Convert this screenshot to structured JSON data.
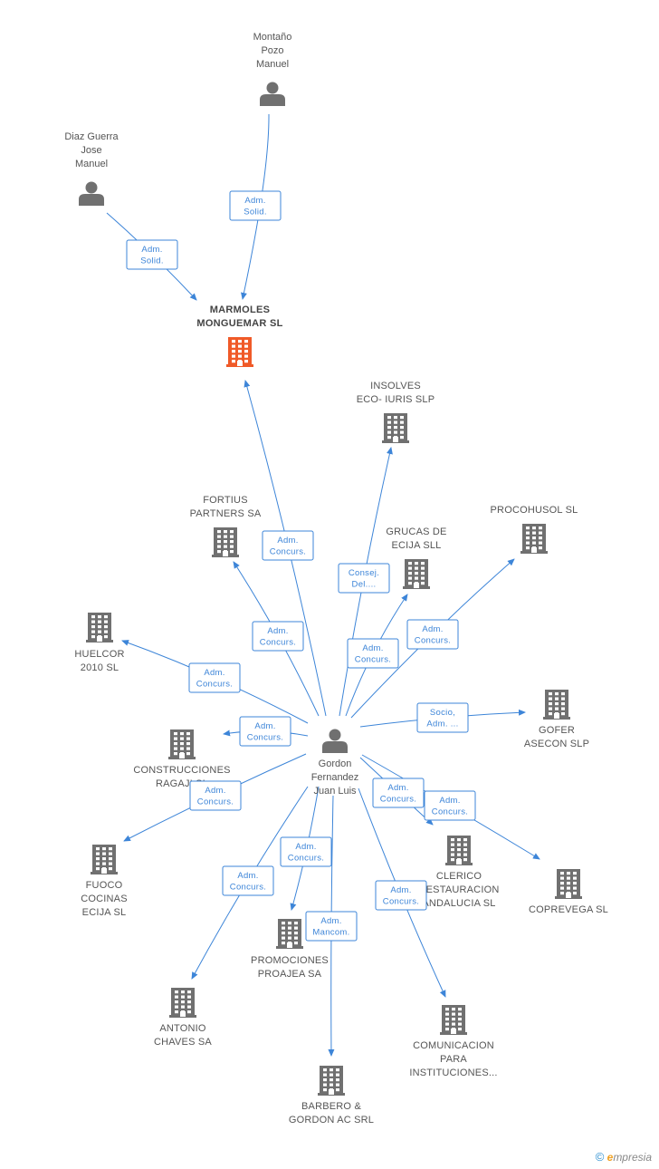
{
  "colors": {
    "edge": "#3d85d8",
    "company": "#707070",
    "focus_company": "#f05a28",
    "person": "#707070"
  },
  "nodes": [
    {
      "id": "marmoles",
      "type": "company",
      "focus": true,
      "label": [
        "MARMOLES",
        "MONGUEMAR SL"
      ]
    },
    {
      "id": "montano",
      "type": "person",
      "label": [
        "Montaño",
        "Pozo",
        "Manuel"
      ]
    },
    {
      "id": "diaz",
      "type": "person",
      "label": [
        "Diaz Guerra",
        "Jose",
        "Manuel"
      ]
    },
    {
      "id": "gordon",
      "type": "person",
      "label": [
        "Gordon",
        "Fernandez",
        "Juan Luis"
      ]
    },
    {
      "id": "insolves",
      "type": "company",
      "label": [
        "INSOLVES",
        "ECO- IURIS SLP"
      ]
    },
    {
      "id": "fortius",
      "type": "company",
      "label": [
        "FORTIUS",
        "PARTNERS SA"
      ]
    },
    {
      "id": "grucas",
      "type": "company",
      "label": [
        "GRUCAS DE",
        "ECIJA SLL"
      ]
    },
    {
      "id": "procohusol",
      "type": "company",
      "label": [
        "PROCOHUSOL SL"
      ]
    },
    {
      "id": "huelcor",
      "type": "company",
      "label": [
        "HUELCOR",
        "2010 SL"
      ]
    },
    {
      "id": "gofer",
      "type": "company",
      "label": [
        "GOFER",
        "ASECON SLP"
      ]
    },
    {
      "id": "construcciones",
      "type": "company",
      "label": [
        "CONSTRUCCIONES",
        "RAGAJI SL"
      ]
    },
    {
      "id": "fuoco",
      "type": "company",
      "label": [
        "FUOCO",
        "COCINAS",
        "ECIJA SL"
      ]
    },
    {
      "id": "clerico",
      "type": "company",
      "label": [
        "CLERICO",
        "RESTAURACION",
        "ANDALUCIA SL"
      ]
    },
    {
      "id": "coprevega",
      "type": "company",
      "label": [
        "COPREVEGA SL"
      ]
    },
    {
      "id": "promociones",
      "type": "company",
      "label": [
        "PROMOCIONES",
        "PROAJEA SA"
      ]
    },
    {
      "id": "antonio",
      "type": "company",
      "label": [
        "ANTONIO",
        "CHAVES SA"
      ]
    },
    {
      "id": "comunicacion",
      "type": "company",
      "label": [
        "COMUNICACION",
        "PARA",
        "INSTITUCIONES..."
      ]
    },
    {
      "id": "barbero",
      "type": "company",
      "label": [
        "BARBERO &",
        "GORDON AC SRL"
      ]
    }
  ],
  "edges": [
    {
      "from": "montano",
      "to": "marmoles",
      "label": [
        "Adm.",
        "Solid."
      ]
    },
    {
      "from": "diaz",
      "to": "marmoles",
      "label": [
        "Adm.",
        "Solid."
      ]
    },
    {
      "from": "gordon",
      "to": "marmoles",
      "label": [
        "Adm.",
        "Concurs."
      ]
    },
    {
      "from": "gordon",
      "to": "insolves",
      "label": [
        "Consej.",
        "Del...."
      ]
    },
    {
      "from": "gordon",
      "to": "fortius",
      "label": [
        "Adm.",
        "Concurs."
      ]
    },
    {
      "from": "gordon",
      "to": "grucas",
      "label": [
        "Adm.",
        "Concurs."
      ]
    },
    {
      "from": "gordon",
      "to": "procohusol",
      "label": [
        "Adm.",
        "Concurs."
      ]
    },
    {
      "from": "gordon",
      "to": "huelcor",
      "label": [
        "Adm.",
        "Concurs."
      ]
    },
    {
      "from": "gordon",
      "to": "construcciones",
      "label": [
        "Adm.",
        "Concurs."
      ]
    },
    {
      "from": "gordon",
      "to": "gofer",
      "label": [
        "Socio,",
        "Adm. ..."
      ]
    },
    {
      "from": "gordon",
      "to": "fuoco",
      "label": [
        "Adm.",
        "Concurs."
      ]
    },
    {
      "from": "gordon",
      "to": "clerico",
      "label": [
        "Adm.",
        "Concurs."
      ]
    },
    {
      "from": "gordon",
      "to": "coprevega",
      "label": [
        "Adm.",
        "Concurs."
      ]
    },
    {
      "from": "gordon",
      "to": "promociones",
      "label": [
        "Adm.",
        "Concurs."
      ]
    },
    {
      "from": "gordon",
      "to": "antonio",
      "label": [
        "Adm.",
        "Concurs."
      ]
    },
    {
      "from": "gordon",
      "to": "barbero",
      "label": [
        "Adm.",
        "Mancom."
      ]
    },
    {
      "from": "gordon",
      "to": "comunicacion",
      "label": [
        "Adm.",
        "Concurs."
      ]
    }
  ],
  "footer": {
    "copyright": "©",
    "brand_e": "e",
    "brand_rest": "mpresia"
  }
}
